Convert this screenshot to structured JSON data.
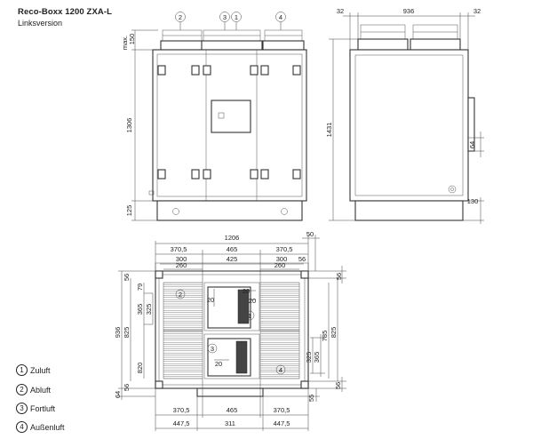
{
  "header": {
    "title": "Reco-Boxx 1200 ZXA-L",
    "subtitle": "Linksversion"
  },
  "legend": [
    {
      "num": "1",
      "label": "Zuluft"
    },
    {
      "num": "2",
      "label": "Abluft"
    },
    {
      "num": "3",
      "label": "Fortluft"
    },
    {
      "num": "4",
      "label": "Außenluft"
    }
  ],
  "front_view": {
    "circle_labels": [
      "2",
      "3",
      "1",
      "4"
    ],
    "dims": {
      "max": "max.",
      "max_value": "150",
      "height": "1306",
      "base": "125"
    }
  },
  "side_view": {
    "dims": {
      "top_left": "32",
      "top_width": "936",
      "top_right": "32",
      "height": "1431",
      "right_small": "64",
      "bottom": "130"
    }
  },
  "top_view": {
    "top_dims": {
      "total": "1206",
      "corner": "50",
      "row1": [
        "370,5",
        "465",
        "370,5"
      ],
      "row2": [
        "300",
        "425",
        "300"
      ],
      "corner2": "56",
      "row3": [
        "260",
        "260"
      ]
    },
    "left_dims": {
      "total": "936",
      "outer": "825",
      "top_small": "56",
      "inner_top": "79",
      "d365": "365",
      "d325": "325",
      "d820": "820",
      "bottom_small": "56",
      "foot": "64"
    },
    "right_dims": {
      "top_small": "56",
      "outer": "825",
      "inner": "785",
      "d325": "325",
      "d365": "365",
      "bottom_small": "56",
      "foot": "55"
    },
    "inner_dims": {
      "a": "20",
      "b": "20",
      "c": "20",
      "d": "20",
      "e": "20"
    },
    "circle_labels": [
      "2",
      "1",
      "3",
      "4"
    ],
    "bottom_dims": {
      "row1": [
        "370,5",
        "465",
        "370,5"
      ],
      "row2": [
        "447,5",
        "311",
        "447,5"
      ]
    }
  }
}
